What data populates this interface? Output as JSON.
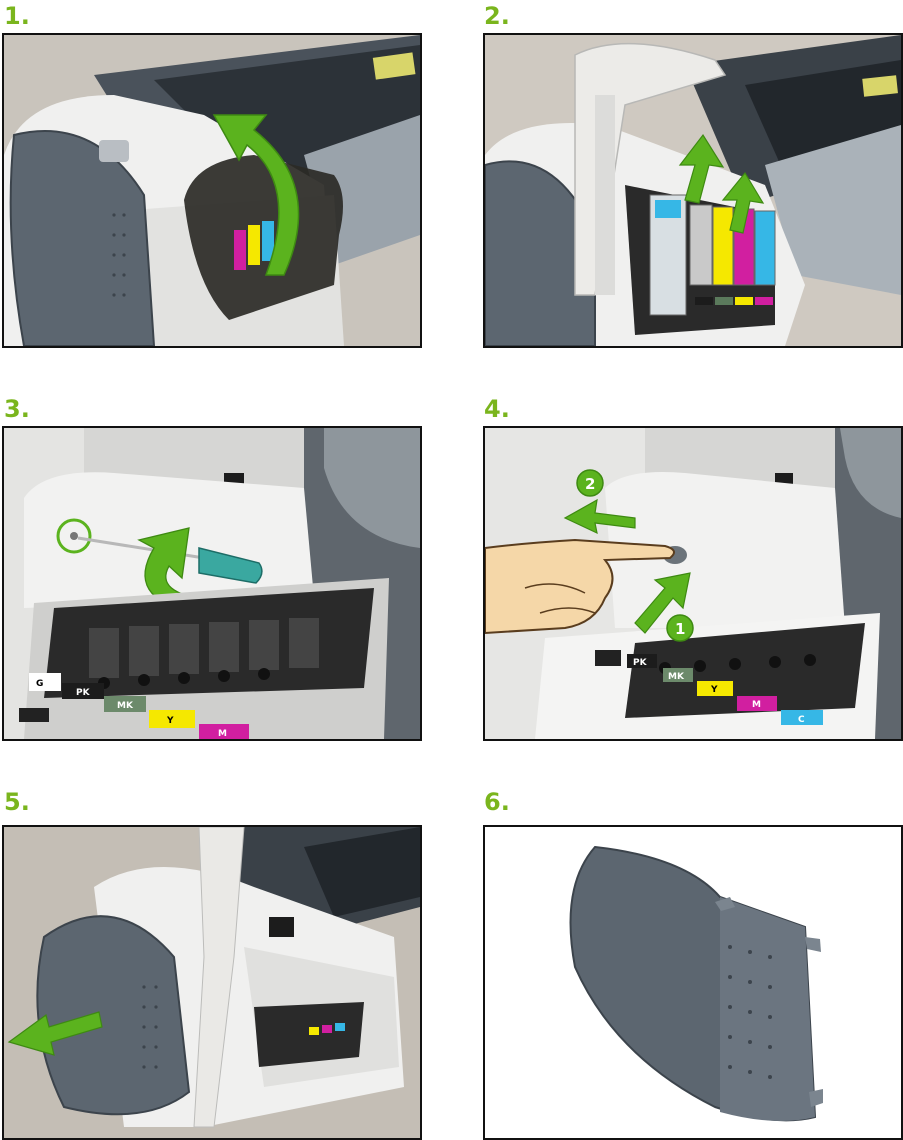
{
  "steps": [
    {
      "number": "1."
    },
    {
      "number": "2."
    },
    {
      "number": "3."
    },
    {
      "number": "4."
    },
    {
      "number": "5."
    },
    {
      "number": "6."
    }
  ],
  "ink_labels": {
    "g": "G",
    "pk": "PK",
    "mk": "MK",
    "y": "Y",
    "m": "M",
    "c": "C"
  },
  "callouts": {
    "first": "1",
    "second": "2"
  },
  "colors": {
    "step_green": "#7ab51d",
    "arrow_green": "#5bb31e",
    "cover_gray": "#5c6670",
    "printer_white": "#f0f0ef",
    "dark": "#1c1c1c",
    "cyan": "#36b7e6",
    "magenta": "#d11fa0",
    "yellow": "#f5e800"
  }
}
